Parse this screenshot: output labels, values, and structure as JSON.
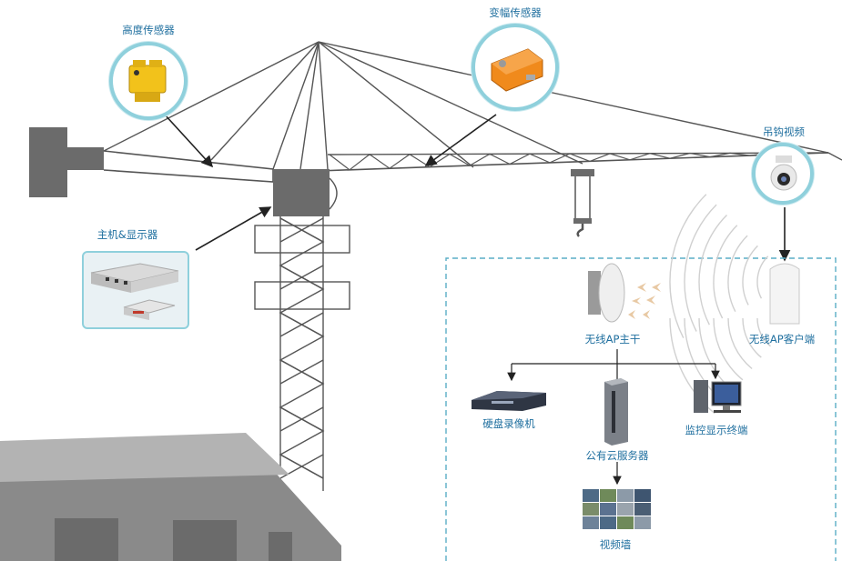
{
  "labels": {
    "height_sensor": "高度传感器",
    "amplitude_sensor": "变幅传感器",
    "hook_video": "吊钩视频",
    "host_display": "主机&显示器",
    "ap_trunk": "无线AP主干",
    "ap_client": "无线AP客户端",
    "dvr": "硬盘录像机",
    "monitor_terminal": "监控显示终端",
    "cloud_server": "公有云服务器",
    "video_wall": "视频墙"
  },
  "colors": {
    "label": "#1f6f9f",
    "ring": "#8fd0dc",
    "dash": "#5aaec6",
    "structure": "#555555",
    "block": "#6b6b6b",
    "building": "#8a8a8a",
    "sensor_yellow": "#f2c21b",
    "sensor_orange": "#f08a1c"
  }
}
